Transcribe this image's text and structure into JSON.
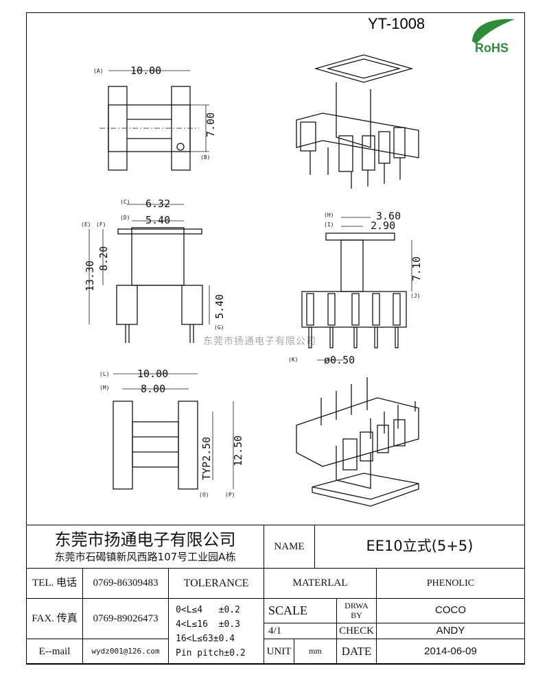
{
  "header": {
    "part_no": "YT-1008",
    "rohs": "RoHS"
  },
  "watermark": "东莞市扬通电子有限公司",
  "drawing": {
    "top_view": {
      "width": "10.00",
      "height": "7.00",
      "labels": [
        "(A)",
        "(B)"
      ]
    },
    "front_view": {
      "c": "6.32",
      "d": "5.40",
      "e": "13.30",
      "f": "8.20",
      "g": "5.40",
      "labels": [
        "(C)",
        "(D)",
        "(E)",
        "(F)",
        "(G)"
      ]
    },
    "side_view": {
      "h": "3.60",
      "i": "2.90",
      "j": "7.10",
      "k": "ø0.50",
      "labels": [
        "(H)",
        "(I)",
        "(J)",
        "(K)"
      ]
    },
    "bottom_view": {
      "l": "10.00",
      "m": "8.00",
      "o": "TYP2.50",
      "p": "12.50",
      "labels": [
        "(L)",
        "(M)",
        "(O)",
        "(P)"
      ]
    }
  },
  "title_block": {
    "company": "东莞市扬通电子有限公司",
    "address": "东莞市石碣镇新风西路107号工业园A栋",
    "name_label": "NAME",
    "name_value": "EE10立式(5+5)",
    "tel_label": "TEL. 电话",
    "tel_value": "0769-86309483",
    "fax_label": "FAX. 传真",
    "fax_value": "0769-89026473",
    "email_label": "E--mail",
    "email_value": "wydz001@126.com",
    "tolerance_label": "TOLERANCE",
    "tolerances": [
      "0<L≤4   ±0.2",
      "4<L≤16  ±0.3",
      "16<L≤63±0.4",
      "Pin pitch±0.2"
    ],
    "material_label": "MATERLAL",
    "material_value": "PHENOLIC",
    "scale_label": "SCALE",
    "scale_value": "4/1",
    "drawn_label": "DRWA BY",
    "drawn_value": "COCO",
    "check_label": "CHECK",
    "check_value": "ANDY",
    "unit_label": "UNIT",
    "unit_value": "mm",
    "date_label": "DATE",
    "date_value": "2014-06-09"
  }
}
